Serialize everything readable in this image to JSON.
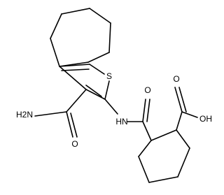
{
  "molecule": {
    "labels": {
      "sulfur": "S",
      "amide_nitrogen": "H2N",
      "carbamoyl_oxygen": "O",
      "linker_nh": "HN",
      "linker_oxygen": "O",
      "acid_oxygen": "O",
      "acid_hydroxyl": "OH"
    }
  }
}
